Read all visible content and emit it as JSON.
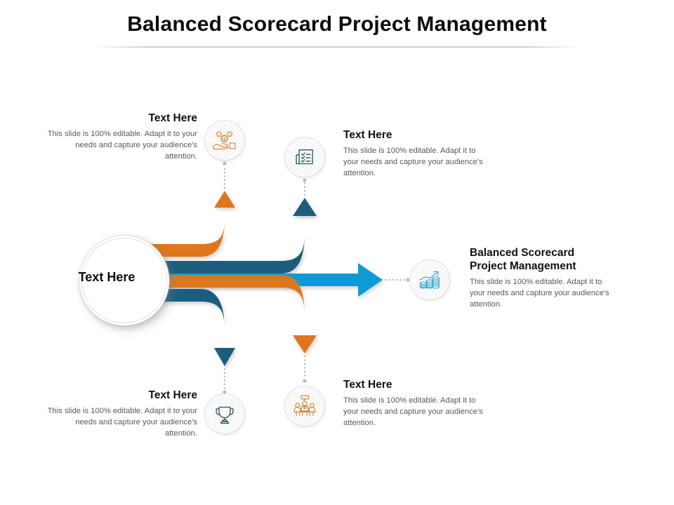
{
  "slide": {
    "title": "Balanced Scorecard Project Management",
    "body_text": "This slide is 100% editable. Adapt it to your needs and capture your audience's attention."
  },
  "center": {
    "label": "Text Here"
  },
  "colors": {
    "orange": "#E0761C",
    "dark_blue": "#1C5D7D",
    "light_blue": "#0E9BD6",
    "title_text": "#0D0D0D",
    "body_text": "#59595B",
    "connector": "#BFBFBF"
  },
  "branches": [
    {
      "id": "top-left",
      "heading": "Text Here",
      "body": "This slide is 100% editable. Adapt it to your needs and capture your audience's attention.",
      "icon": "hand-holding-money-icon",
      "arrow_color": "#E0761C",
      "arrow_direction": "up",
      "text_align": "right"
    },
    {
      "id": "top-right",
      "heading": "Text Here",
      "body": "This slide is 100% editable. Adapt it to your needs and capture your audience's attention.",
      "icon": "checklist-clipboard-icon",
      "arrow_color": "#1C5D7D",
      "arrow_direction": "up",
      "text_align": "left"
    },
    {
      "id": "right",
      "heading": "Balanced Scorecard Project Management",
      "body": "This slide is 100% editable. Adapt it to your needs and capture your audience's attention.",
      "icon": "growth-chart-coins-icon",
      "arrow_color": "#0E9BD6",
      "arrow_direction": "right",
      "text_align": "left"
    },
    {
      "id": "bottom-left",
      "heading": "Text Here",
      "body": "This slide is 100% editable. Adapt it to your needs and capture your audience's attention.",
      "icon": "trophy-icon",
      "arrow_color": "#1C5D7D",
      "arrow_direction": "down",
      "text_align": "right"
    },
    {
      "id": "bottom-right",
      "heading": "Text Here",
      "body": "This slide is 100% editable. Adapt it to your needs and capture your audience's attention.",
      "icon": "team-meeting-icon",
      "arrow_color": "#E0761C",
      "arrow_direction": "down",
      "text_align": "left"
    }
  ]
}
